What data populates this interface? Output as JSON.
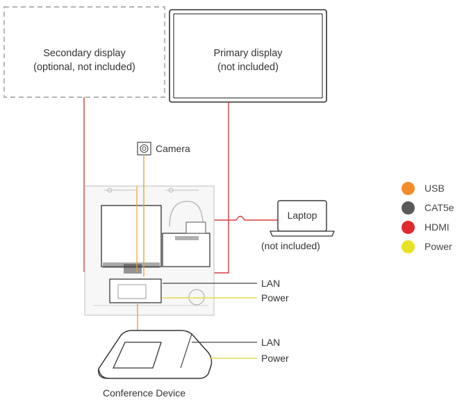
{
  "displays": {
    "secondary": {
      "line1": "Secondary display",
      "line2": "(optional, not included)"
    },
    "primary": {
      "line1": "Primary display",
      "line2": "(not included)"
    }
  },
  "camera": {
    "label": "Camera"
  },
  "laptop": {
    "label": "Laptop",
    "note": "(not included)"
  },
  "connections": {
    "hub_lan": "LAN",
    "hub_power": "Power",
    "device_lan": "LAN",
    "device_power": "Power"
  },
  "conference_device": {
    "label": "Conference Device"
  },
  "legend": [
    {
      "label": "USB",
      "color": "#f28c28"
    },
    {
      "label": "CAT5e",
      "color": "#5a5a5a"
    },
    {
      "label": "HDMI",
      "color": "#e0282e"
    },
    {
      "label": "Power",
      "color": "#e8e224"
    }
  ],
  "colors": {
    "hdmi": "#d63c3c",
    "usb": "#e9a23b",
    "power": "#e8d84a",
    "line": "#444444"
  }
}
